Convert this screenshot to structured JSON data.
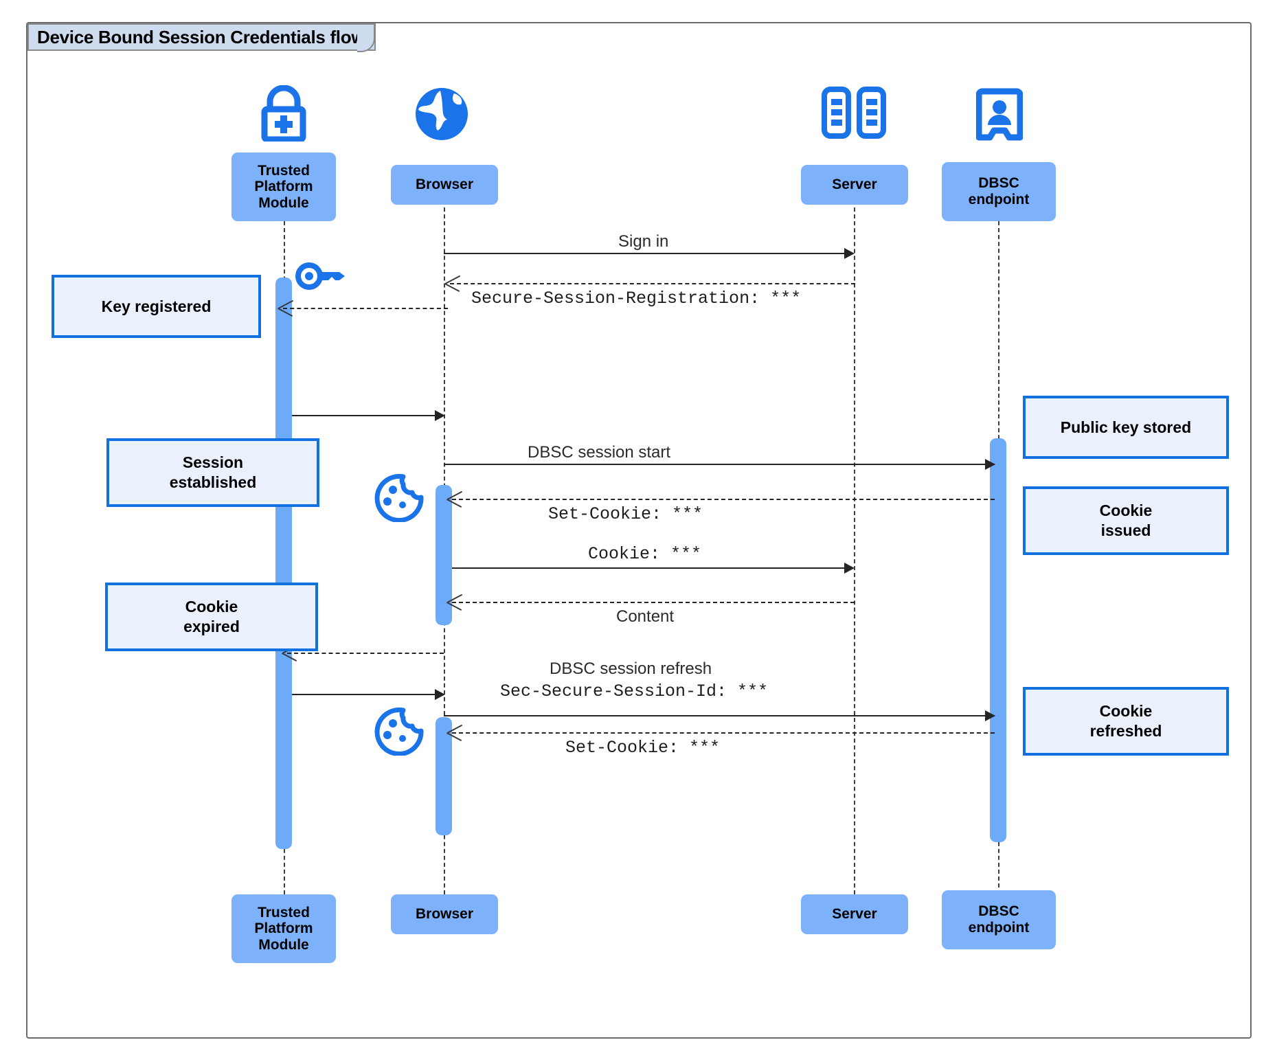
{
  "diagram": {
    "title": "Device Bound Session Credentials flow",
    "type": "sequence-diagram",
    "colors": {
      "participant_fill": "#7db2fb",
      "activation_fill": "#6daaf8",
      "note_fill": "#eaf1fd",
      "note_border": "#1271e0",
      "icon_blue": "#1a73e8",
      "frame_border": "#6b6b6b",
      "title_tab_fill": "#cfdcf0"
    }
  },
  "participants": [
    {
      "id": "tpm",
      "label": "Trusted\nPlatform\nModule",
      "label_line1": "Trusted",
      "label_line2": "Platform",
      "label_line3": "Module",
      "icon": "lock-plus-icon"
    },
    {
      "id": "browser",
      "label": "Browser",
      "icon": "globe-icon"
    },
    {
      "id": "server",
      "label": "Server",
      "icon": "server-rack-icon"
    },
    {
      "id": "dbsc",
      "label": "DBSC\nendpoint",
      "label_line1": "DBSC",
      "label_line2": "endpoint",
      "icon": "id-badge-icon"
    }
  ],
  "messages": [
    {
      "id": "m1",
      "text": "Sign in",
      "style": "sans",
      "from": "browser",
      "to": "server",
      "arrow": "solid-right"
    },
    {
      "id": "m2",
      "text": "Secure-Session-Registration: ***",
      "style": "mono",
      "from": "server",
      "to": "browser",
      "arrow": "dashed-left"
    },
    {
      "id": "m3",
      "text": "",
      "style": "sans",
      "from": "tpm",
      "to": "browser",
      "arrow": "solid-right"
    },
    {
      "id": "m4",
      "text": "DBSC session start",
      "style": "sans",
      "from": "browser",
      "to": "dbsc",
      "arrow": "solid-right"
    },
    {
      "id": "m5",
      "text": "Set-Cookie: ***",
      "style": "mono",
      "from": "dbsc",
      "to": "browser",
      "arrow": "dashed-left"
    },
    {
      "id": "m6",
      "text": "Cookie: ***",
      "style": "mono",
      "from": "browser",
      "to": "server",
      "arrow": "solid-right"
    },
    {
      "id": "m7",
      "text": "Content",
      "style": "sans",
      "from": "server",
      "to": "browser",
      "arrow": "dashed-left"
    },
    {
      "id": "m8",
      "text": "",
      "style": "sans",
      "from": "browser",
      "to": "tpm",
      "arrow": "dashed-left"
    },
    {
      "id": "m9",
      "text": "DBSC session refresh",
      "style": "sans",
      "from": "tpm",
      "to": "browser",
      "arrow": "solid-right"
    },
    {
      "id": "m10",
      "text": "Sec-Secure-Session-Id: ***",
      "style": "mono",
      "from": "browser",
      "to": "dbsc",
      "arrow": "solid-right"
    },
    {
      "id": "m11",
      "text": "Set-Cookie: ***",
      "style": "mono",
      "from": "dbsc",
      "to": "browser",
      "arrow": "dashed-left"
    }
  ],
  "notes": [
    {
      "id": "n1",
      "text": "Key registered",
      "line1": "Key registered",
      "line2": "",
      "side": "left",
      "anchor": "tpm"
    },
    {
      "id": "n2",
      "text": "Session established",
      "line1": "Session",
      "line2": "established",
      "side": "left",
      "anchor": "tpm"
    },
    {
      "id": "n3",
      "text": "Cookie expired",
      "line1": "Cookie",
      "line2": "expired",
      "side": "left",
      "anchor": "tpm"
    },
    {
      "id": "n4",
      "text": "Public key stored",
      "line1": "Public key stored",
      "line2": "",
      "side": "right",
      "anchor": "dbsc"
    },
    {
      "id": "n5",
      "text": "Cookie issued",
      "line1": "Cookie",
      "line2": "issued",
      "side": "right",
      "anchor": "dbsc"
    },
    {
      "id": "n6",
      "text": "Cookie refreshed",
      "line1": "Cookie",
      "line2": "refreshed",
      "side": "right",
      "anchor": "dbsc"
    }
  ],
  "annotations": [
    {
      "id": "a1",
      "icon": "key-icon",
      "near": "tpm"
    },
    {
      "id": "a2",
      "icon": "cookie-icon",
      "near": "browser"
    },
    {
      "id": "a3",
      "icon": "cookie-icon",
      "near": "browser"
    }
  ]
}
